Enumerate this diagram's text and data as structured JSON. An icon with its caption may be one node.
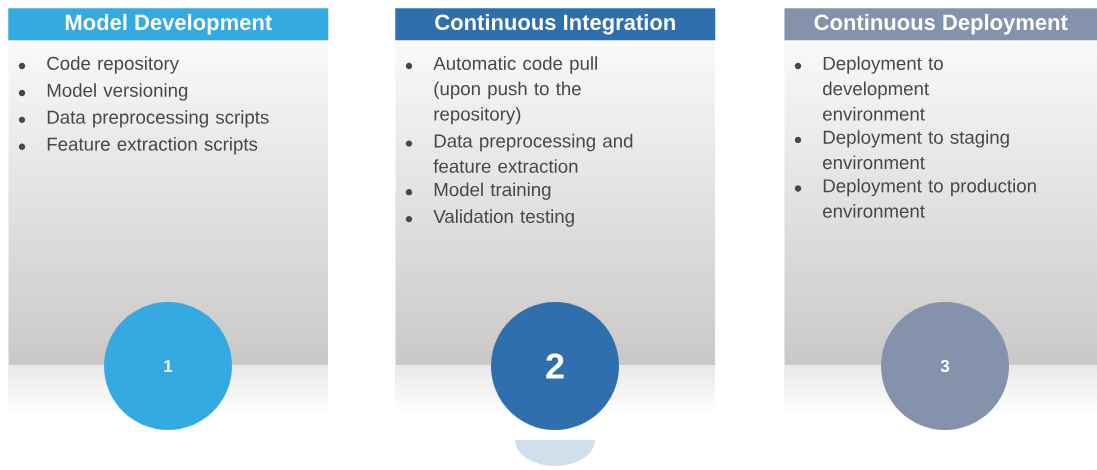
{
  "diagram": {
    "nodes": [
      {
        "text": [
          "Model Development",
          "Code repository",
          "Model versioning",
          "Data preprocessing scripts",
          "Feature extraction scripts"
        ]
      },
      {
        "text": [
          "Continuous Integration",
          "Automatic code pull (upon push to the repository)",
          "Data preprocessing and feature extraction",
          "Model training",
          "Validation testing"
        ]
      },
      {
        "text": [
          "Continuous Deployment",
          "Deployment to development environment",
          "Deployment to staging environment",
          "Deployment to production environment"
        ]
      },
      {
        "text": [
          "1"
        ]
      },
      {
        "text": [
          "2"
        ]
      },
      {
        "text": [
          "3"
        ]
      }
    ]
  }
}
